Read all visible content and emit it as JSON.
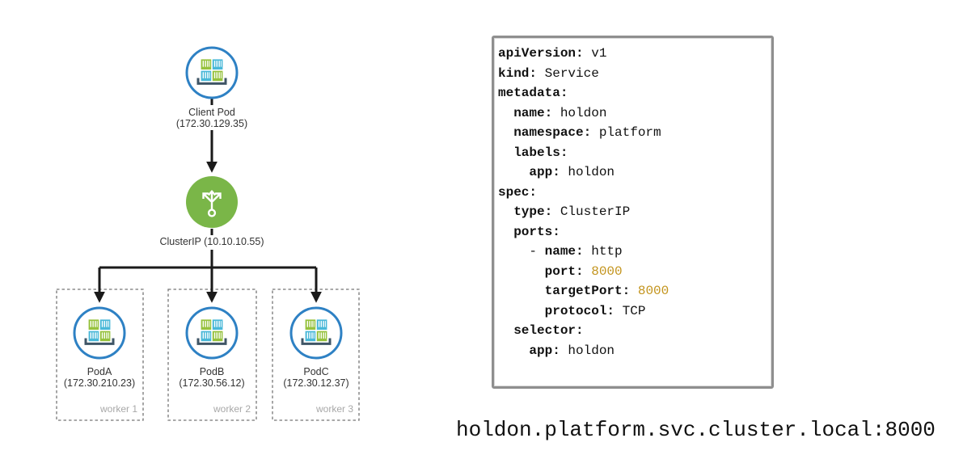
{
  "colors": {
    "pod-stroke": "#2e81c4",
    "container-green": "#96c23d",
    "container-teal": "#49b8d8",
    "tray": "#3f5566",
    "clusterip-green": "#7ab648",
    "line": "#1a1a1a",
    "box-dash": "#767676",
    "label": "#333333",
    "worker": "#a8a8a8",
    "yaml-text": "#111111",
    "yaml-number": "#c3941d",
    "panel-border": "#8f8f8f"
  },
  "icons": {
    "pod": "pod-containers-icon",
    "cluster_ip": "load-balancer-arrows-icon"
  },
  "diagram": {
    "client_pod": {
      "name": "Client Pod",
      "ip": "(172.30.129.35)"
    },
    "cluster_ip": {
      "label": "ClusterIP (10.10.10.55)"
    },
    "pods": [
      {
        "name": "PodA",
        "ip": "(172.30.210.23)",
        "node": "worker 1"
      },
      {
        "name": "PodB",
        "ip": "(172.30.56.12)",
        "node": "worker 2"
      },
      {
        "name": "PodC",
        "ip": "(172.30.12.37)",
        "node": "worker 3"
      }
    ]
  },
  "yaml": {
    "lines": [
      [
        [
          "k",
          "apiVersion:"
        ],
        [
          "p",
          " v1"
        ]
      ],
      [
        [
          "k",
          "kind:"
        ],
        [
          "p",
          " Service"
        ]
      ],
      [
        [
          "k",
          "metadata:"
        ]
      ],
      [
        [
          "p",
          "  "
        ],
        [
          "k",
          "name:"
        ],
        [
          "p",
          " holdon"
        ]
      ],
      [
        [
          "p",
          "  "
        ],
        [
          "k",
          "namespace:"
        ],
        [
          "p",
          " platform"
        ]
      ],
      [
        [
          "p",
          "  "
        ],
        [
          "k",
          "labels:"
        ]
      ],
      [
        [
          "p",
          "    "
        ],
        [
          "k",
          "app:"
        ],
        [
          "p",
          " holdon"
        ]
      ],
      [
        [
          "k",
          "spec:"
        ]
      ],
      [
        [
          "p",
          "  "
        ],
        [
          "k",
          "type:"
        ],
        [
          "p",
          " ClusterIP"
        ]
      ],
      [
        [
          "p",
          "  "
        ],
        [
          "k",
          "ports:"
        ]
      ],
      [
        [
          "p",
          "    - "
        ],
        [
          "k",
          "name:"
        ],
        [
          "p",
          " http"
        ]
      ],
      [
        [
          "p",
          "      "
        ],
        [
          "k",
          "port:"
        ],
        [
          "n",
          " 8000"
        ]
      ],
      [
        [
          "p",
          "      "
        ],
        [
          "k",
          "targetPort:"
        ],
        [
          "n",
          " 8000"
        ]
      ],
      [
        [
          "p",
          "      "
        ],
        [
          "k",
          "protocol:"
        ],
        [
          "p",
          " TCP"
        ]
      ],
      [
        [
          "p",
          "  "
        ],
        [
          "k",
          "selector:"
        ]
      ],
      [
        [
          "p",
          "    "
        ],
        [
          "k",
          "app:"
        ],
        [
          "p",
          " holdon"
        ]
      ]
    ]
  },
  "dns_label": "holdon.platform.svc.cluster.local:8000"
}
